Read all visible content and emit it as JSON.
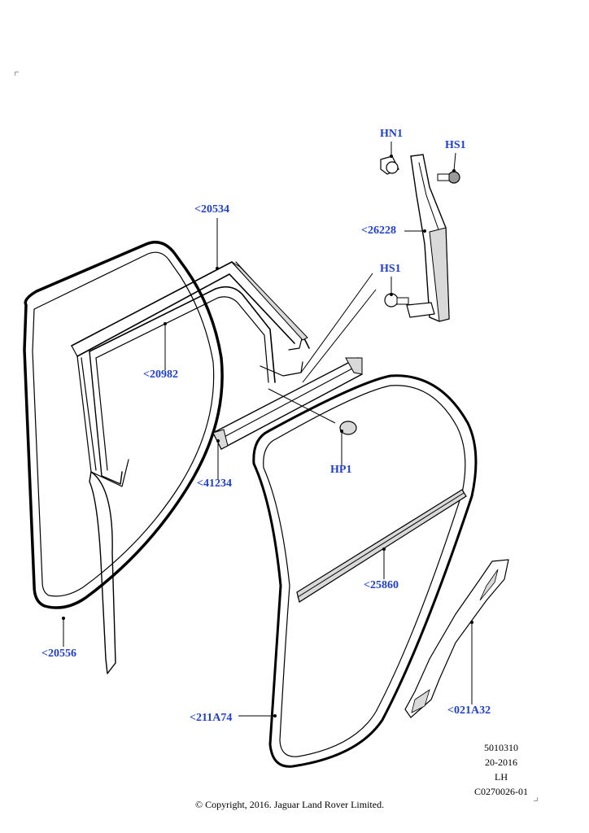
{
  "callouts": {
    "hn1": "HN1",
    "hs1_top": "HS1",
    "p26228": "<26228",
    "hs1_mid": "HS1",
    "p20534": "<20534",
    "p20982": "<20982",
    "p41234": "<41234",
    "hp1": "HP1",
    "p25860": "<25860",
    "p20556": "<20556",
    "p211a74": "<211A74",
    "p021a32": "<021A32"
  },
  "meta": {
    "line1": "5010310",
    "line2": "20-2016",
    "line3": "LH",
    "line4": "C0270026-01"
  },
  "copyright": "© Copyright, 2016. Jaguar Land Rover Limited.",
  "colors": {
    "callout": "#1f3fd1",
    "line": "#000000"
  }
}
